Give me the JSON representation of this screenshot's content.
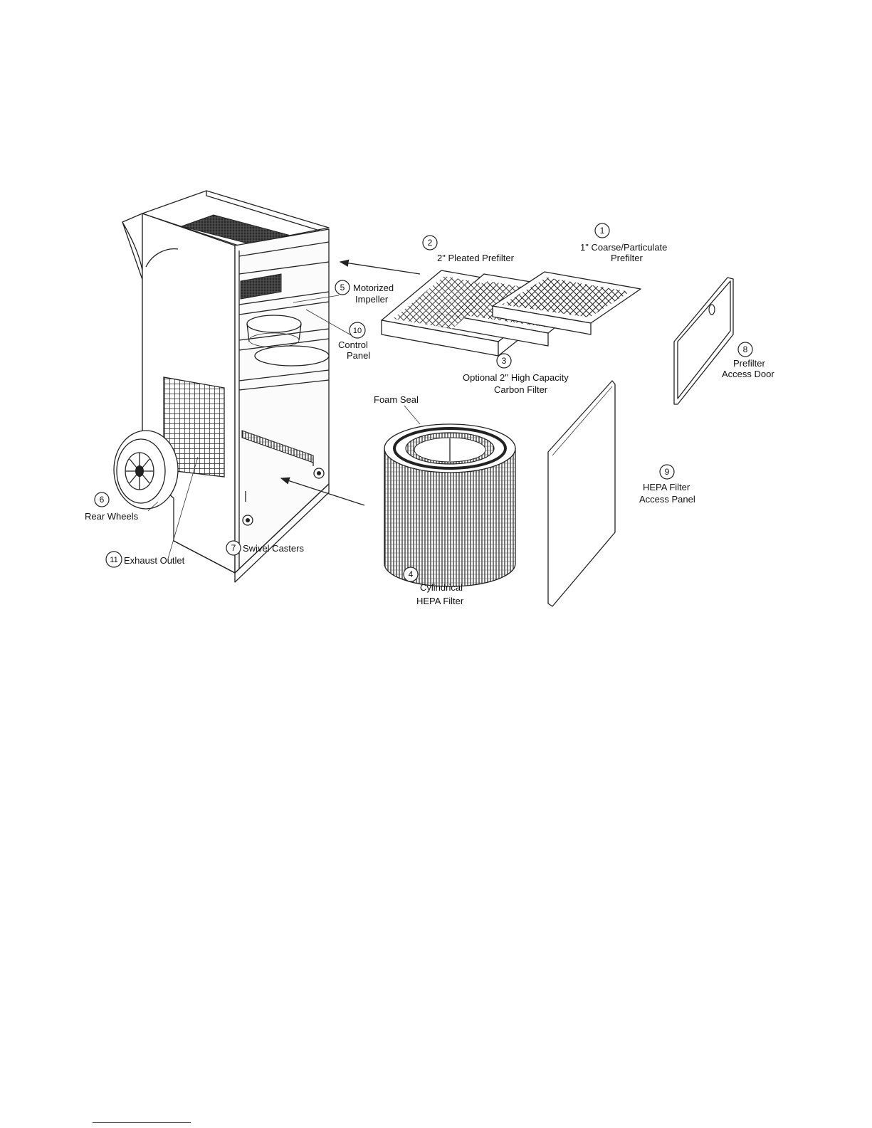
{
  "diagram": {
    "parts": [
      {
        "number": "1",
        "label_lines": [
          "1\" Coarse/Particulate",
          "Prefilter"
        ]
      },
      {
        "number": "2",
        "label_lines": [
          "2\" Pleated Prefilter"
        ]
      },
      {
        "number": "3",
        "label_lines": [
          "Optional 2'' High Capacity",
          "Carbon Filter"
        ]
      },
      {
        "number": "4",
        "label_lines": [
          "Cylindrical",
          "HEPA Filter"
        ]
      },
      {
        "number": "5",
        "label_lines": [
          "Motorized",
          "Impeller"
        ]
      },
      {
        "number": "6",
        "label_lines": [
          "Rear Wheels"
        ]
      },
      {
        "number": "7",
        "label_lines": [
          "Swivel Casters"
        ]
      },
      {
        "number": "8",
        "label_lines": [
          "Prefilter",
          "Access Door"
        ]
      },
      {
        "number": "9",
        "label_lines": [
          "HEPA Filter",
          "Access Panel"
        ]
      },
      {
        "number": "10",
        "label_lines": [
          "Control",
          "Panel"
        ]
      },
      {
        "number": "11",
        "label_lines": [
          "Exhaust Outlet"
        ]
      }
    ],
    "extra_labels": {
      "foam_seal": "Foam Seal"
    }
  }
}
